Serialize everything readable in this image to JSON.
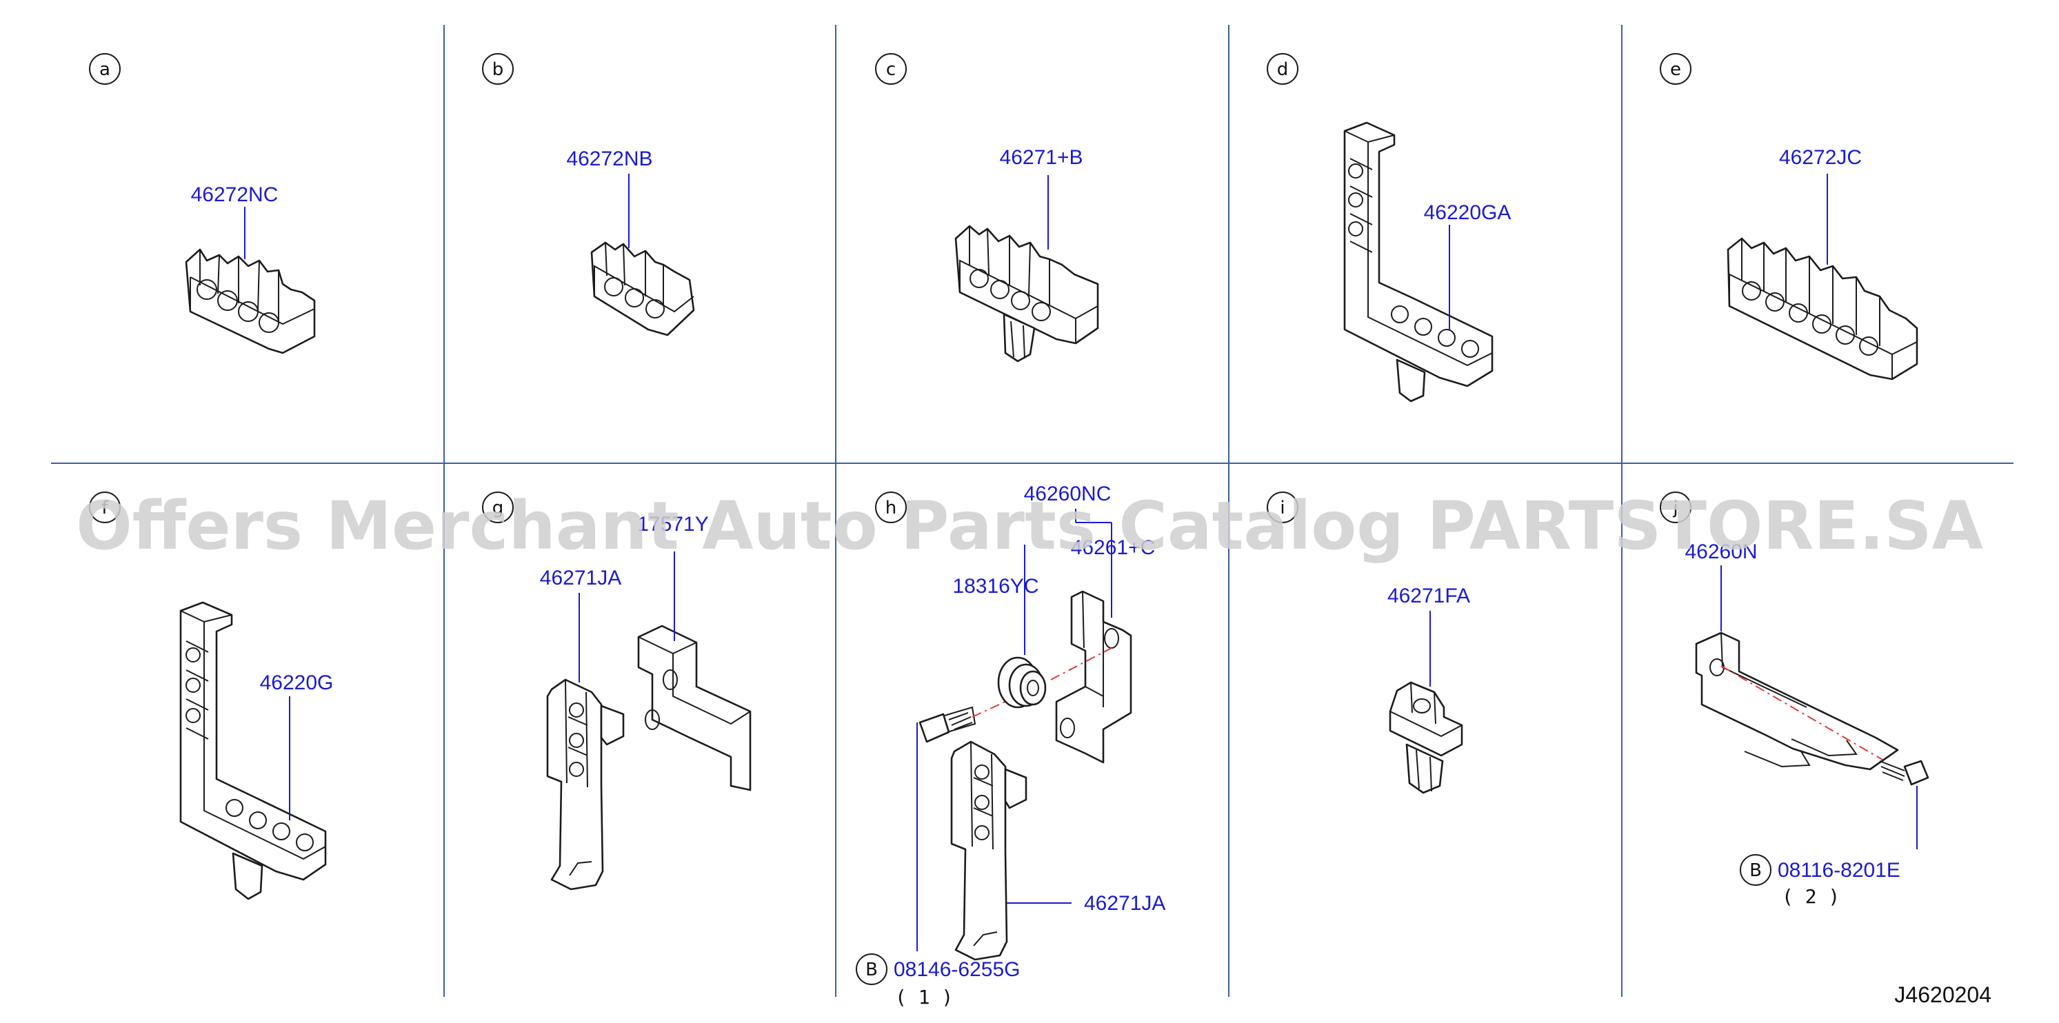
{
  "sections": [
    "a",
    "b",
    "c",
    "d",
    "e",
    "f",
    "g",
    "h",
    "i",
    "j"
  ],
  "part_numbers": {
    "a": "46272NC",
    "b": "46272NB",
    "c": "46271+B",
    "d": "46220GA",
    "e": "46272JC",
    "f": "46220G",
    "g_top": "17571Y",
    "g_left": "46271JA",
    "h_top": "46260NC",
    "h_mid": "46261+C",
    "h_grommet": "18316YC",
    "h_clip": "46271JA",
    "h_bolt": "08146-6255G",
    "h_bolt_qty": "( 1 )",
    "i": "46271FA",
    "j_top": "46260N",
    "j_bolt": "08116-8201E",
    "j_bolt_qty": "( 2 )"
  },
  "bolt_marker": "B",
  "diagram_ref": "J4620204",
  "watermark": "Offers Merchant Auto Parts Catalog PARTSTORE.SA",
  "colors": {
    "label": "#1a1ad6",
    "grid": "#3a5fa8",
    "centerline": "#e23a3a",
    "watermark": "#cfcfcf"
  }
}
